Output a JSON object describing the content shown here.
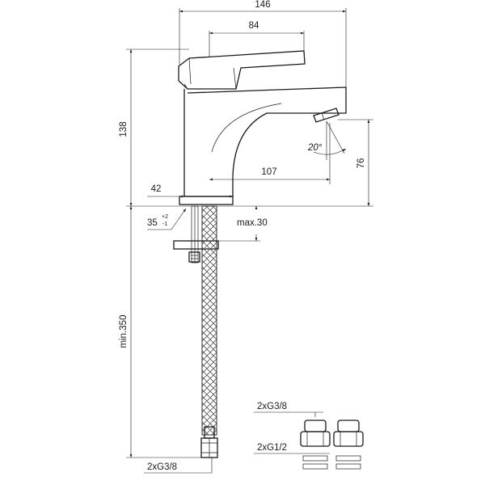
{
  "dimensions": {
    "overall_width": "146",
    "lever_width": "84",
    "height": "138",
    "spout_reach": "107",
    "spout_height": "76",
    "base_offset": "42",
    "spout_angle": "20°",
    "hole_diameter": "35",
    "hole_tol_upper": "+2",
    "hole_tol_lower": "-1",
    "deck_thickness": "max.30",
    "hose_length": "min.350",
    "hose_connection": "2xG3/8"
  },
  "adapters": {
    "label_top": "2xG3/8",
    "label_bottom": "2xG1/2"
  }
}
